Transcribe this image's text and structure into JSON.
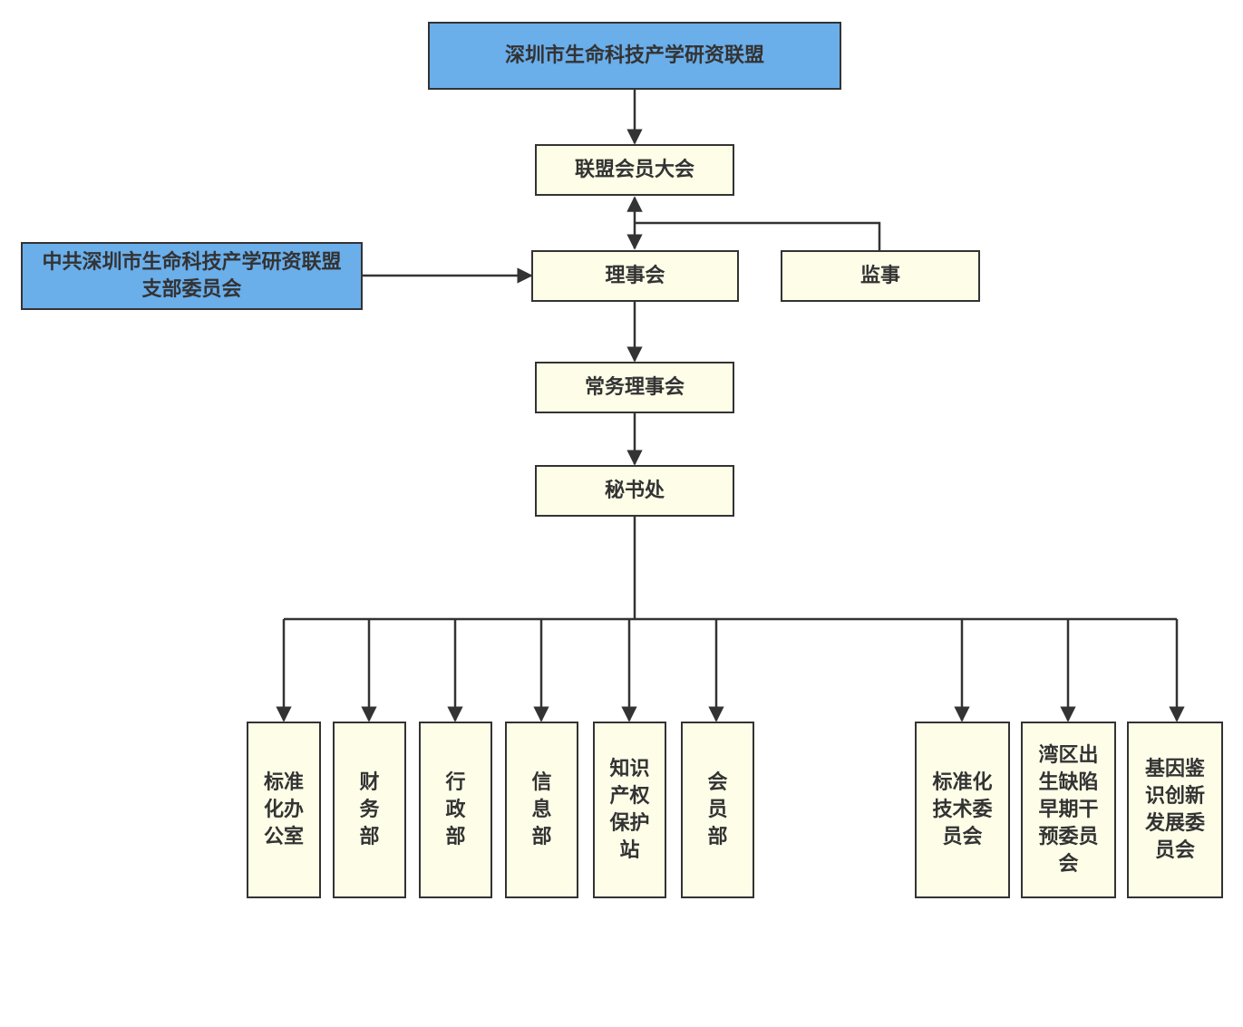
{
  "colors": {
    "accent_fill": "#6aaeea",
    "node_fill": "#fdfde8",
    "line": "#333333",
    "text": "#333333"
  },
  "nodes": {
    "root": "深圳市生命科技产学研资联盟",
    "assembly": "联盟会员大会",
    "party_committee": "中共深圳市生命科技产学研资联盟支部委员会",
    "council": "理事会",
    "supervisor": "监事",
    "standing_council": "常务理事会",
    "secretariat": "秘书处"
  },
  "departments": [
    "标准化办公室",
    "财务部",
    "行政部",
    "信息部",
    "知识产权保护站",
    "会员部",
    "标准化技术委员会",
    "湾区出生缺陷早期干预委员会",
    "基因鉴识创新发展委员会"
  ]
}
